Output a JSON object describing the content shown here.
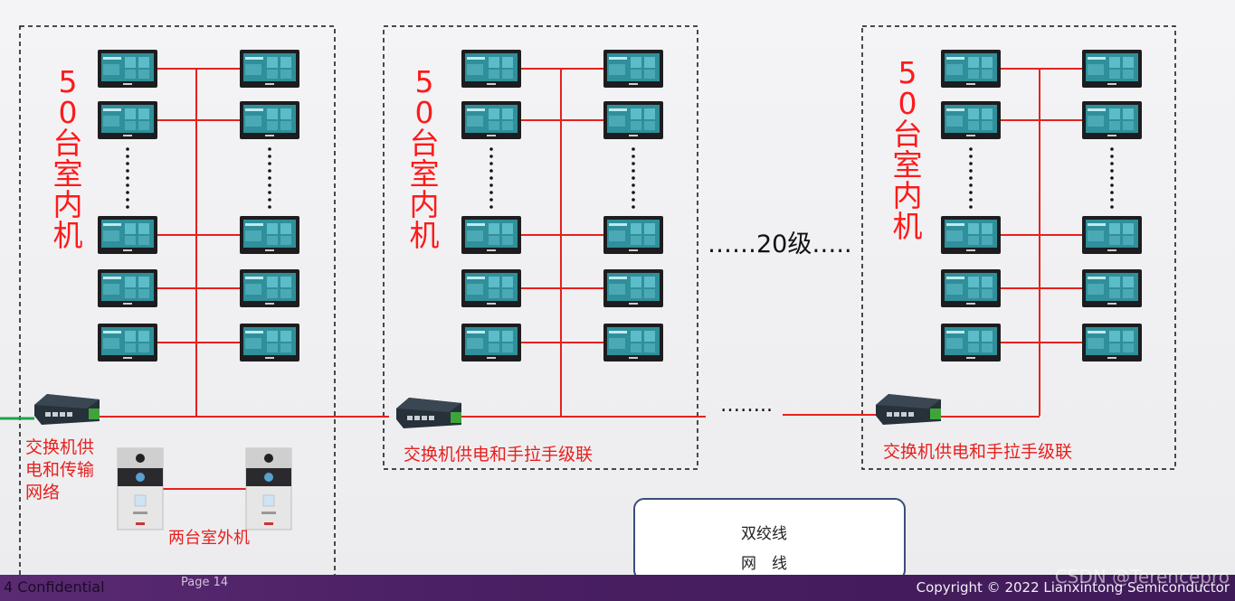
{
  "groups": [
    {
      "vertical_label": "50台室内机",
      "switch_label": ""
    },
    {
      "vertical_label": "50台室内机",
      "switch_label": "交换机供电和手拉手级联"
    },
    {
      "vertical_label": "50台室内机",
      "switch_label": "交换机供电和手拉手级联"
    }
  ],
  "left_switch_label": "交换机供\n电和传输\n网络",
  "outdoor_label": "两台室外机",
  "cascade_text": "……20级…..",
  "cascade_dots": "……..",
  "legend": {
    "twisted_pair": "双绞线",
    "network_cable": "网　线"
  },
  "colors": {
    "twisted_pair": "#e8201e",
    "network_cable": "#1aa34a"
  },
  "footer": {
    "left": "4  Confidential",
    "page": "Page 14",
    "right": "Copyright © 2022 Lianxintong Semiconductor",
    "watermark": "CSDN @Terencepro"
  },
  "icons": {
    "indoor": "indoor-monitor-icon",
    "switch": "network-switch-icon",
    "outdoor": "door-station-icon"
  }
}
